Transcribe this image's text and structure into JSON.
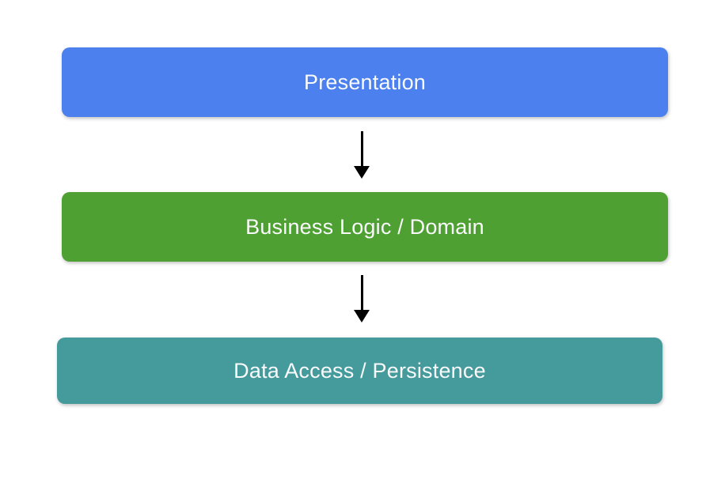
{
  "diagram": {
    "background": "#FFFFFF",
    "text_color": "#F9FAFB",
    "arrow_color": "#000000",
    "layers": [
      {
        "label": "Presentation",
        "color": "#4B80EE"
      },
      {
        "label": "Business Logic / Domain",
        "color": "#4FA032"
      },
      {
        "label": "Data Access / Persistence",
        "color": "#459A9C"
      }
    ],
    "arrows": [
      {
        "from": "Presentation",
        "to": "Business Logic / Domain"
      },
      {
        "from": "Business Logic / Domain",
        "to": "Data Access / Persistence"
      }
    ]
  }
}
